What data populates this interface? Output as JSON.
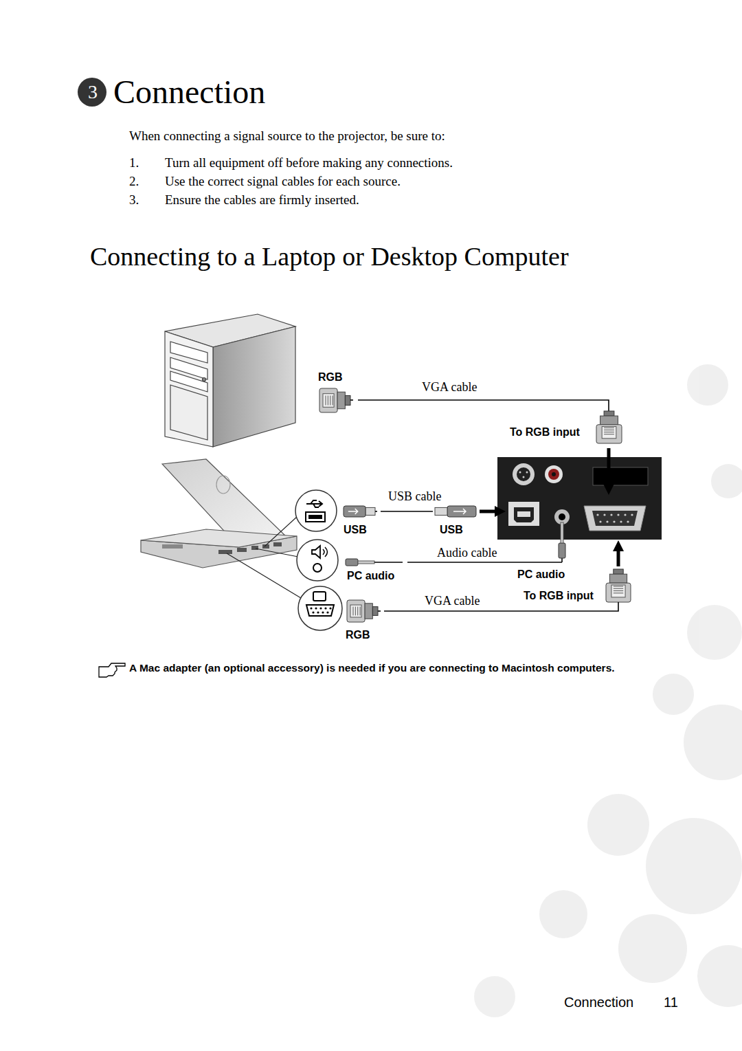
{
  "diagram": {
    "title": "Connection",
    "nodes": [
      {
        "text": [
          "3"
        ]
      },
      {
        "text": [
          "RGB"
        ]
      },
      {
        "text": [
          "To RGB input"
        ]
      },
      {
        "text": [
          "USB"
        ]
      },
      {
        "text": [
          "USB"
        ]
      },
      {
        "text": [
          "PC audio"
        ]
      },
      {
        "text": [
          "PC audio"
        ]
      },
      {
        "text": [
          "RGB"
        ]
      },
      {
        "text": [
          "To RGB input"
        ]
      }
    ],
    "edges": [
      {
        "from": 1,
        "to": 2,
        "arrow": "none",
        "label": "VGA cable"
      },
      {
        "from": 3,
        "to": 4,
        "arrow": "none",
        "label": "USB cable"
      },
      {
        "from": 5,
        "to": 6,
        "arrow": "none",
        "label": "Audio cable"
      },
      {
        "from": 7,
        "to": 8,
        "arrow": "none",
        "label": "VGA cable"
      }
    ],
    "labels": [
      "When connecting a signal source to the projector, be sure to:",
      "1.",
      "Turn all equipment off before making any connections.",
      "2.",
      "Use the correct signal cables for each source.",
      "3.",
      "Ensure the cables are firmly inserted.",
      "Connecting to a Laptop or Desktop Computer",
      "A Mac adapter (an optional accessory) is needed if you are connecting to Macintosh computers.",
      "Connection",
      "11"
    ]
  }
}
